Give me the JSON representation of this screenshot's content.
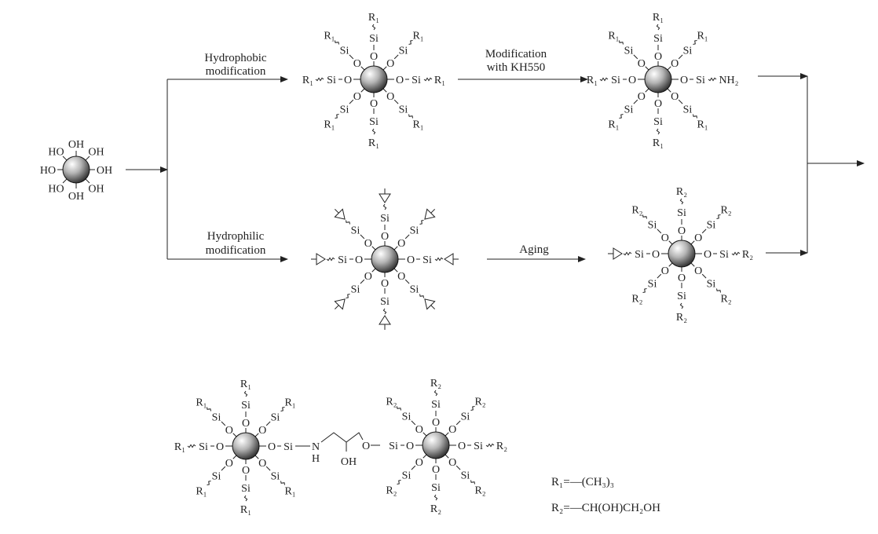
{
  "steps": {
    "hydrophobic": [
      "Hydrophobic",
      "modification"
    ],
    "kh550": [
      "Modification",
      "with KH550"
    ],
    "hydrophilic": [
      "Hydrophilic",
      "modification"
    ],
    "aging": [
      "Aging"
    ]
  },
  "atoms": {
    "O": "O",
    "Si": "Si",
    "OH": "OH",
    "HO": "HO",
    "N": "N",
    "H": "H"
  },
  "particles": {
    "start": [
      "OH",
      "OH",
      "OH",
      "OH",
      "OH",
      "HO",
      "HO",
      "HO"
    ],
    "hydrophobic": [
      "R₁",
      "R₁",
      "R₁",
      "R₁",
      "R₁",
      "R₁",
      "R₁",
      "R₁"
    ],
    "kh550": [
      "R₁",
      "R₁",
      "NH₂",
      "R₁",
      "R₁",
      "R₁",
      "R₁",
      "R₁"
    ],
    "epoxy": [
      "epoxide",
      "epoxide",
      "epoxide",
      "epoxide",
      "epoxide",
      "epoxide",
      "epoxide",
      "epoxide"
    ],
    "aged": [
      "R₂",
      "R₂",
      "R₂",
      "R₂",
      "R₂",
      "R₂",
      "epoxide",
      "R₂"
    ],
    "product_left": [
      "R₁",
      "R₁",
      "linker",
      "R₁",
      "R₁",
      "R₁",
      "R₁",
      "R₁"
    ],
    "product_right": [
      "R₂",
      "R₂",
      "R₂",
      "R₂",
      "R₂",
      "R₂",
      "linker",
      "R₂"
    ]
  },
  "legend": {
    "r1": "R₁=—(CH₃)₃",
    "r2": "R₂=—CH(OH)CH₂OH"
  }
}
